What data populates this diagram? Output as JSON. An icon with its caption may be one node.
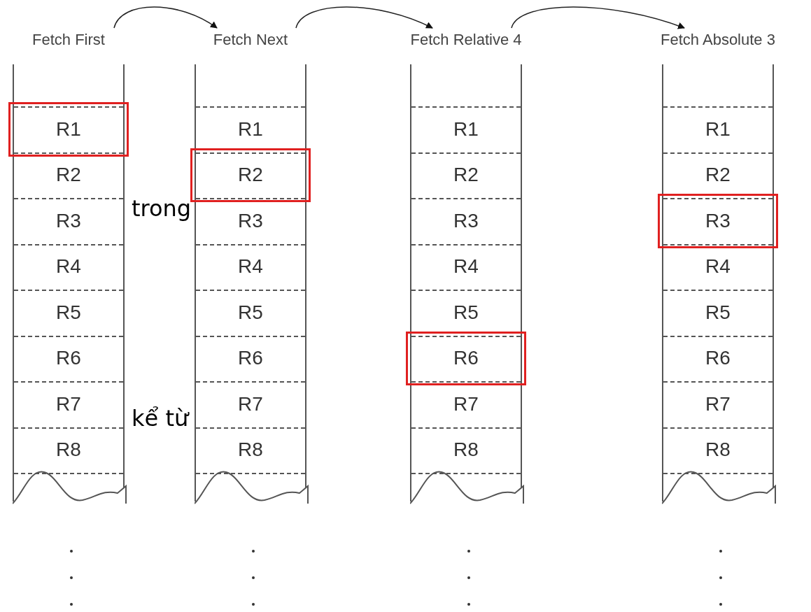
{
  "diagram": {
    "nodes": [
      {
        "text": [
          "Fetch First"
        ]
      },
      {
        "text": [],
        "shape": "box",
        "in": 0
      },
      {
        "text": [
          "R1"
        ],
        "in": 1
      },
      {
        "text": [
          "R2"
        ],
        "in": 0
      },
      {
        "text": [
          "R3"
        ],
        "in": 0
      },
      {
        "text": [
          "R4"
        ],
        "in": 0
      },
      {
        "text": [
          "R5"
        ],
        "in": 0
      },
      {
        "text": [
          "R6"
        ],
        "in": 0
      },
      {
        "text": [
          "R7"
        ],
        "in": 0
      },
      {
        "text": [
          "R8"
        ],
        "in": 0
      },
      {
        "text": [
          "Fetch Next"
        ]
      },
      {
        "text": [
          "R1"
        ],
        "in": 10
      },
      {
        "text": [],
        "shape": "box",
        "in": 10
      },
      {
        "text": [
          "R2"
        ],
        "in": 12
      },
      {
        "text": [
          "R3"
        ],
        "in": 10
      },
      {
        "text": [
          "R4"
        ],
        "in": 10
      },
      {
        "text": [
          "R5"
        ],
        "in": 10
      },
      {
        "text": [
          "R6"
        ],
        "in": 10
      },
      {
        "text": [
          "R7"
        ],
        "in": 10
      },
      {
        "text": [
          "R8"
        ],
        "in": 10
      },
      {
        "text": [
          "Fetch Relative 4"
        ]
      },
      {
        "text": [
          "R1"
        ],
        "in": 20
      },
      {
        "text": [
          "R2"
        ],
        "in": 20
      },
      {
        "text": [
          "R3"
        ],
        "in": 20
      },
      {
        "text": [
          "R4"
        ],
        "in": 20
      },
      {
        "text": [
          "R5"
        ],
        "in": 20
      },
      {
        "text": [],
        "shape": "box",
        "in": 20
      },
      {
        "text": [
          "R6"
        ],
        "in": 26
      },
      {
        "text": [
          "R7"
        ],
        "in": 20
      },
      {
        "text": [
          "R8"
        ],
        "in": 20
      },
      {
        "text": [
          "Fetch Absolute 3"
        ]
      },
      {
        "text": [
          "R1"
        ],
        "in": 30
      },
      {
        "text": [
          "R2"
        ],
        "in": 30
      },
      {
        "text": [],
        "shape": "box",
        "in": 30
      },
      {
        "text": [
          "R3"
        ],
        "in": 33
      },
      {
        "text": [
          "R4"
        ],
        "in": 30
      },
      {
        "text": [
          "R5"
        ],
        "in": 30
      },
      {
        "text": [
          "R6"
        ],
        "in": 30
      },
      {
        "text": [
          "R7"
        ],
        "in": 30
      },
      {
        "text": [
          "R8"
        ],
        "in": 30
      }
    ],
    "edges": [
      {
        "from": 0,
        "to": 10,
        "arrow": "to"
      },
      {
        "from": 10,
        "to": 20,
        "arrow": "to"
      },
      {
        "from": 20,
        "to": 30,
        "arrow": "to"
      }
    ],
    "labels": [
      "trong",
      "kể từ"
    ]
  }
}
